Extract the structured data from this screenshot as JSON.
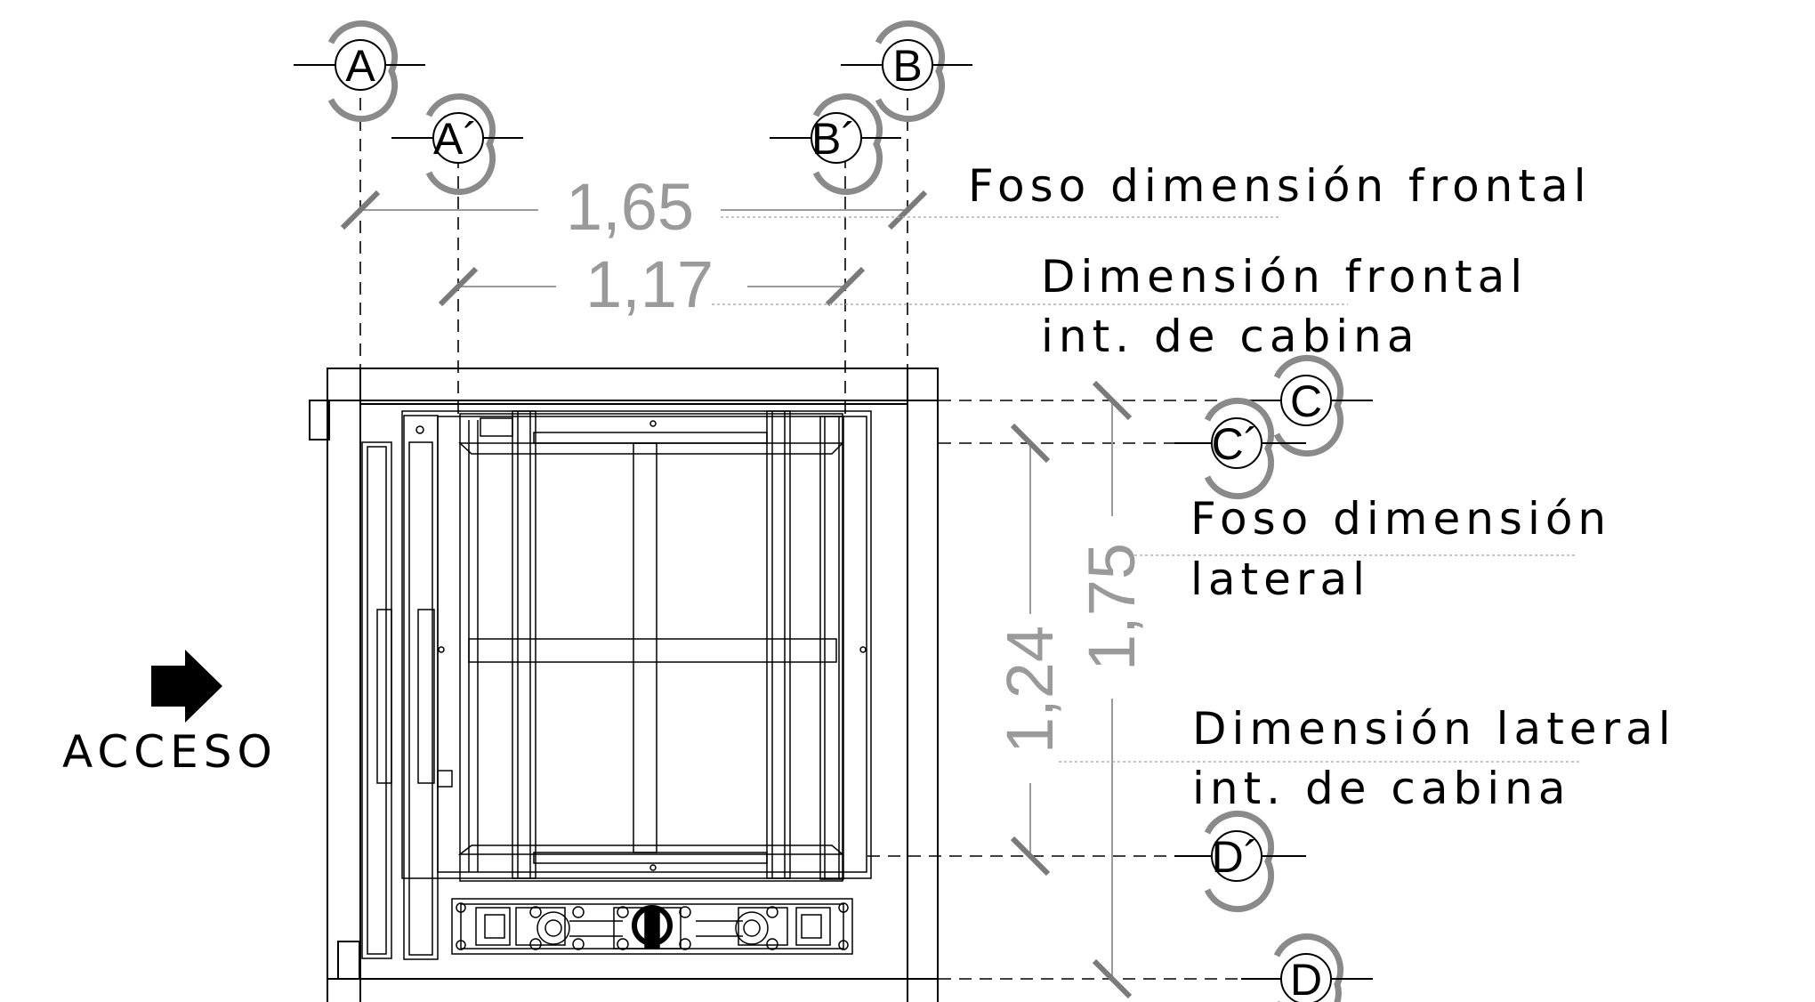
{
  "dimensions": {
    "pit_front": "1,65",
    "cabin_front": "1,17",
    "pit_side": "1,75",
    "cabin_side": "1,24"
  },
  "labels": {
    "pit_front": "Foso dimensión frontal",
    "cabin_front_line1": "Dimensión frontal",
    "cabin_front_line2": "int. de cabina",
    "pit_side_line1": "Foso dimensión",
    "pit_side_line2": "lateral",
    "cabin_side_line1": "Dimensión lateral",
    "cabin_side_line2": "int. de cabina",
    "access": "ACCESO"
  },
  "axes": {
    "a": "A",
    "a_prime": "A´",
    "b": "B",
    "b_prime": "B´",
    "c": "C",
    "c_prime": "C´",
    "d": "D",
    "d_prime": "D´"
  },
  "icons": {
    "access_arrow": "arrow-right-icon"
  },
  "colors": {
    "line": "#000000",
    "dimension": "#9a9a9a",
    "bubble_shadow": "#8a8a8a"
  }
}
